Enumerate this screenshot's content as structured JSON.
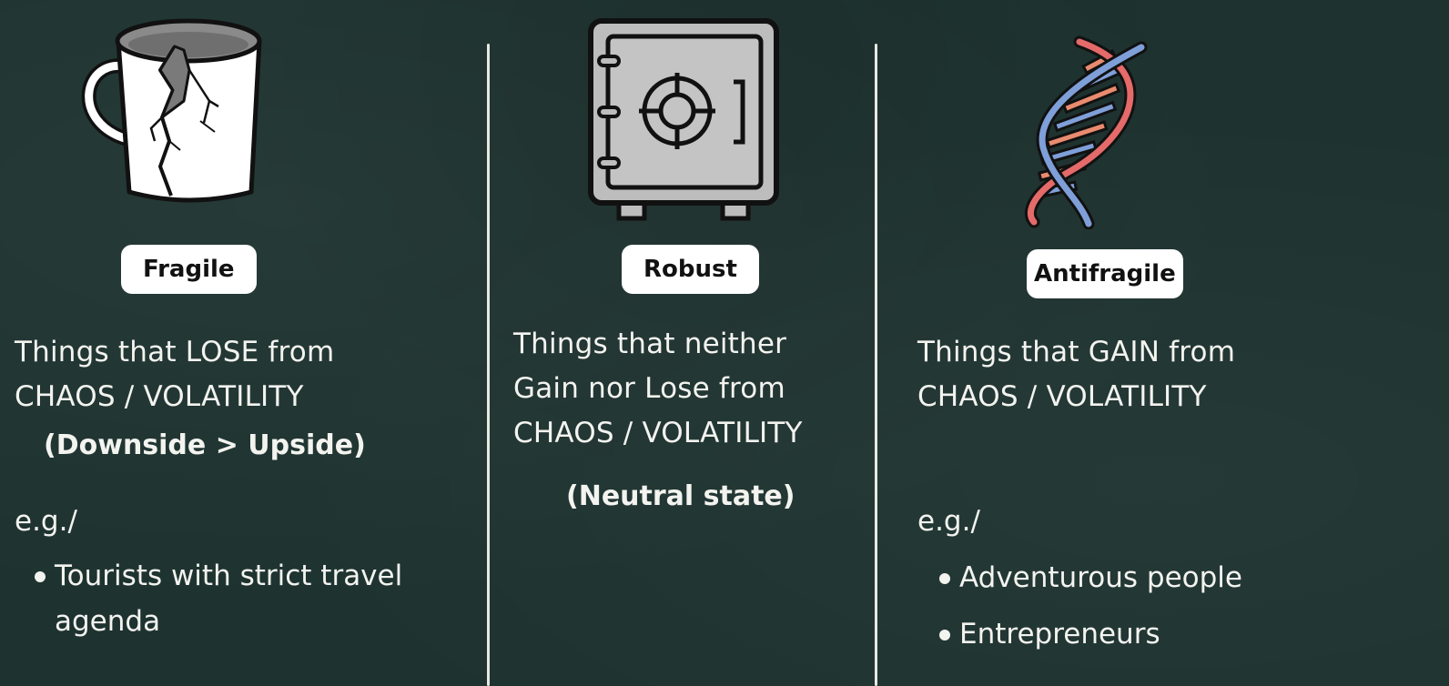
{
  "columns": [
    {
      "label": "Fragile",
      "icon": "broken-mug-icon",
      "description_lines": [
        "Things that LOSE from",
        "CHAOS / VOLATILITY"
      ],
      "note": "(Downside > Upside)",
      "examples_heading": "e.g./",
      "examples": [
        "Tourists with strict travel agenda"
      ]
    },
    {
      "label": "Robust",
      "icon": "safe-icon",
      "description_lines": [
        "Things that neither",
        "Gain nor Lose from",
        "CHAOS / VOLATILITY"
      ],
      "note": "(Neutral state)"
    },
    {
      "label": "Antifragile",
      "icon": "dna-helix-icon",
      "description_lines": [
        "Things that GAIN from",
        "CHAOS / VOLATILITY"
      ],
      "examples_heading": "e.g./",
      "examples": [
        "Adventurous people",
        "Entrepreneurs"
      ]
    }
  ],
  "colors": {
    "background": "#1e3330",
    "chalk": "#f3f3ef",
    "label_bg": "#ffffff",
    "dna_red": "#e56a6a",
    "dna_blue": "#7f9fd9",
    "safe_gray": "#bdbdbd"
  }
}
